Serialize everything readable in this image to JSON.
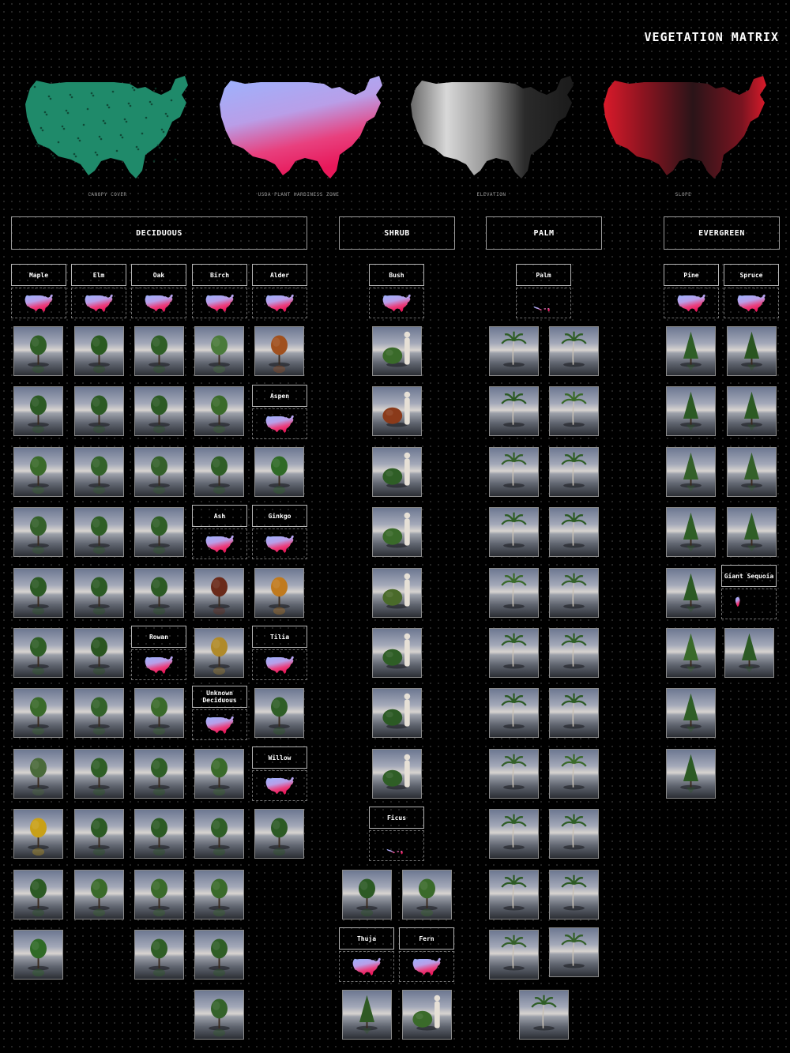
{
  "title": "VEGETATION MATRIX",
  "maps": [
    {
      "caption": "CANOPY COVER",
      "style": "canopy"
    },
    {
      "caption": "USDA PLANT HARDINESS ZONE",
      "style": "hardiness"
    },
    {
      "caption": "ELEVATION",
      "style": "elevation"
    },
    {
      "caption": "SLOPE",
      "style": "slope"
    }
  ],
  "colors": {
    "canopy": "#1f8a6a",
    "hardiness_cold": "#9ab4ff",
    "hardiness_warm": "#e8185a",
    "slope": "#d91a2a",
    "foliage": "#2c5a24",
    "autumn_orange": "#c0641e",
    "autumn_red": "#7a2a1c",
    "autumn_yellow": "#d4a21c"
  },
  "categories": [
    {
      "id": "deciduous",
      "label": "DECIDUOUS"
    },
    {
      "id": "shrub",
      "label": "SHRUB"
    },
    {
      "id": "palm",
      "label": "PALM"
    },
    {
      "id": "evergreen",
      "label": "EVERGREEN"
    }
  ],
  "species": [
    {
      "id": "maple",
      "label": "Maple",
      "map": "full"
    },
    {
      "id": "elm",
      "label": "Elm",
      "map": "full"
    },
    {
      "id": "oak",
      "label": "Oak",
      "map": "full"
    },
    {
      "id": "birch",
      "label": "Birch",
      "map": "full"
    },
    {
      "id": "alder",
      "label": "Alder",
      "map": "full"
    },
    {
      "id": "aspen",
      "label": "Aspen",
      "map": "full"
    },
    {
      "id": "ash",
      "label": "Ash",
      "map": "full"
    },
    {
      "id": "ginkgo",
      "label": "Ginkgo",
      "map": "full"
    },
    {
      "id": "rowan",
      "label": "Rowan",
      "map": "full"
    },
    {
      "id": "tilia",
      "label": "Tilia",
      "map": "full"
    },
    {
      "id": "unknown-deciduous",
      "label": "Unknown Deciduous",
      "map": "full"
    },
    {
      "id": "willow",
      "label": "Willow",
      "map": "full"
    },
    {
      "id": "bush",
      "label": "Bush",
      "map": "full"
    },
    {
      "id": "ficus",
      "label": "Ficus",
      "map": "south"
    },
    {
      "id": "thuja",
      "label": "Thuja",
      "map": "full"
    },
    {
      "id": "fern",
      "label": "Fern",
      "map": "full"
    },
    {
      "id": "palm",
      "label": "Palm",
      "map": "south"
    },
    {
      "id": "pine",
      "label": "Pine",
      "map": "full"
    },
    {
      "id": "spruce",
      "label": "Spruce",
      "map": "full"
    },
    {
      "id": "giant-sequoia",
      "label": "Giant Sequoia",
      "map": "west"
    }
  ],
  "tiles": [
    {
      "species": "maple",
      "plant": "tree",
      "color": "#2f5e26"
    },
    {
      "species": "maple",
      "plant": "tree",
      "color": "#2c5a24"
    },
    {
      "species": "maple",
      "plant": "tree",
      "color": "#3a6a2a"
    },
    {
      "species": "maple",
      "plant": "tree",
      "color": "#34602a"
    },
    {
      "species": "maple",
      "plant": "tree",
      "color": "#2c5a24"
    },
    {
      "species": "maple",
      "plant": "tree",
      "color": "#2f5e26"
    },
    {
      "species": "maple",
      "plant": "tree",
      "color": "#3a6a2a"
    },
    {
      "species": "maple",
      "plant": "tree",
      "color": "#4a6a3a"
    },
    {
      "species": "maple",
      "plant": "tree",
      "color": "#c8a018"
    },
    {
      "species": "maple",
      "plant": "tree",
      "color": "#2c5a24"
    },
    {
      "species": "maple",
      "plant": "tree",
      "color": "#2f6a26"
    },
    {
      "species": "elm",
      "plant": "tree",
      "color": "#2a5a20"
    },
    {
      "species": "elm",
      "plant": "tree",
      "color": "#2c5a24"
    },
    {
      "species": "elm",
      "plant": "tree",
      "color": "#33622a"
    },
    {
      "species": "elm",
      "plant": "tree",
      "color": "#2f5e26"
    },
    {
      "species": "elm",
      "plant": "tree",
      "color": "#2c5a24"
    },
    {
      "species": "elm",
      "plant": "tree",
      "color": "#2a5520"
    },
    {
      "species": "elm",
      "plant": "tree",
      "color": "#33622a"
    },
    {
      "species": "elm",
      "plant": "tree",
      "color": "#2f5e26"
    },
    {
      "species": "elm",
      "plant": "tree",
      "color": "#2c5a24"
    },
    {
      "species": "elm",
      "plant": "tree",
      "color": "#3a6a2a"
    },
    {
      "species": "oak",
      "plant": "tree",
      "color": "#2f5e26"
    },
    {
      "species": "oak",
      "plant": "tree",
      "color": "#2c5a24"
    },
    {
      "species": "oak",
      "plant": "tree",
      "color": "#34602a"
    },
    {
      "species": "oak",
      "plant": "tree",
      "color": "#2f5e26"
    },
    {
      "species": "oak",
      "plant": "tree",
      "color": "#2c5a24"
    },
    {
      "species": "oak",
      "plant": "tree",
      "color": "#3a6a2a"
    },
    {
      "species": "oak",
      "plant": "tree",
      "color": "#2f5e26"
    },
    {
      "species": "oak",
      "plant": "tree",
      "color": "#2c5a24"
    },
    {
      "species": "oak",
      "plant": "tree",
      "color": "#3a6a2a"
    },
    {
      "species": "oak",
      "plant": "tree",
      "color": "#2f5e26"
    },
    {
      "species": "birch",
      "plant": "tree",
      "color": "#4a7a3a"
    },
    {
      "species": "birch",
      "plant": "tree",
      "color": "#3a6a2a"
    },
    {
      "species": "birch",
      "plant": "tree",
      "color": "#2f5e26"
    },
    {
      "species": "birch",
      "plant": "tree",
      "color": "#6a2a1a"
    },
    {
      "species": "birch",
      "plant": "tree",
      "color": "#b08a2a"
    },
    {
      "species": "birch",
      "plant": "tree",
      "color": "#3a6a2a"
    },
    {
      "species": "birch",
      "plant": "tree",
      "color": "#2f5e26"
    },
    {
      "species": "birch",
      "plant": "tree",
      "color": "#3a6a2a"
    },
    {
      "species": "birch",
      "plant": "tree",
      "color": "#2f5e26"
    },
    {
      "species": "birch",
      "plant": "tree",
      "color": "#34622a"
    },
    {
      "species": "alder",
      "plant": "tree",
      "color": "#a0501e"
    },
    {
      "species": "aspen",
      "plant": "tree",
      "color": "#2f6a26"
    },
    {
      "species": "ginkgo",
      "plant": "tree",
      "color": "#c07a1e"
    },
    {
      "species": "ginkgo",
      "plant": "tree",
      "color": "#2f5e26"
    },
    {
      "species": "tilia",
      "plant": "tree",
      "color": "#c0641e"
    },
    {
      "species": "willow",
      "plant": "tree",
      "color": "#2c5a24"
    },
    {
      "species": "bush",
      "plant": "shrub",
      "color": "#3a6a2a"
    },
    {
      "species": "bush",
      "plant": "shrub",
      "color": "#8a3a1a"
    },
    {
      "species": "bush",
      "plant": "shrub",
      "color": "#2f5e26"
    },
    {
      "species": "bush",
      "plant": "shrub",
      "color": "#3a6a2a"
    },
    {
      "species": "bush",
      "plant": "shrub",
      "color": "#4a6a2a"
    },
    {
      "species": "bush",
      "plant": "shrub",
      "color": "#2f5e26"
    },
    {
      "species": "bush",
      "plant": "shrub",
      "color": "#2c5a24"
    },
    {
      "species": "bush",
      "plant": "shrub",
      "color": "#2f5e26"
    },
    {
      "species": "ficus",
      "plant": "tree",
      "color": "#2c5a24"
    },
    {
      "species": "ficus",
      "plant": "tree",
      "color": "#3a6a2a"
    },
    {
      "species": "thuja",
      "plant": "conifer",
      "color": "#2f5a24"
    },
    {
      "species": "fern",
      "plant": "shrub",
      "color": "#3a6a2a"
    },
    {
      "species": "palm",
      "plant": "palm",
      "color": "#2f5e26"
    },
    {
      "species": "palm",
      "plant": "palm",
      "color": "#2c5a24"
    },
    {
      "species": "palm",
      "plant": "palm",
      "color": "#34602a"
    },
    {
      "species": "palm",
      "plant": "palm",
      "color": "#2f5e26"
    },
    {
      "species": "palm",
      "plant": "palm",
      "color": "#3a6a2a"
    },
    {
      "species": "palm",
      "plant": "palm",
      "color": "#2f5e26"
    },
    {
      "species": "palm",
      "plant": "palm",
      "color": "#2c5a24"
    },
    {
      "species": "palm",
      "plant": "palm",
      "color": "#34602a"
    },
    {
      "species": "palm",
      "plant": "palm",
      "color": "#2f5e26"
    },
    {
      "species": "palm",
      "plant": "palm",
      "color": "#2c5a24"
    },
    {
      "species": "palm",
      "plant": "palm",
      "color": "#34602a"
    },
    {
      "species": "palm",
      "plant": "palm",
      "color": "#2f5e26"
    },
    {
      "species": "palm",
      "plant": "palm",
      "color": "#3a6a2a"
    },
    {
      "species": "palm",
      "plant": "palm",
      "color": "#2f5e26"
    },
    {
      "species": "palm",
      "plant": "palm",
      "color": "#2c5a24"
    },
    {
      "species": "palm",
      "plant": "palm",
      "color": "#34602a"
    },
    {
      "species": "palm",
      "plant": "palm",
      "color": "#2f5e26"
    },
    {
      "species": "palm",
      "plant": "palm",
      "color": "#2c5a24"
    },
    {
      "species": "palm",
      "plant": "palm",
      "color": "#3a6a2a"
    },
    {
      "species": "palm",
      "plant": "palm",
      "color": "#2f5e26"
    },
    {
      "species": "palm",
      "plant": "palm",
      "color": "#2c5a24"
    },
    {
      "species": "palm",
      "plant": "palm",
      "color": "#34602a"
    },
    {
      "species": "palm",
      "plant": "palm",
      "color": "#2f5e26"
    },
    {
      "species": "pine",
      "plant": "conifer",
      "color": "#2f5e26"
    },
    {
      "species": "pine",
      "plant": "conifer",
      "color": "#2c5a24"
    },
    {
      "species": "pine",
      "plant": "conifer",
      "color": "#34602a"
    },
    {
      "species": "pine",
      "plant": "conifer",
      "color": "#2f5e26"
    },
    {
      "species": "pine",
      "plant": "conifer",
      "color": "#2c5a24"
    },
    {
      "species": "pine",
      "plant": "conifer",
      "color": "#3a6a2a"
    },
    {
      "species": "pine",
      "plant": "conifer",
      "color": "#2f5e26"
    },
    {
      "species": "pine",
      "plant": "conifer",
      "color": "#2c5a24"
    },
    {
      "species": "spruce",
      "plant": "conifer",
      "color": "#2a5520"
    },
    {
      "species": "spruce",
      "plant": "conifer",
      "color": "#2c5a24"
    },
    {
      "species": "spruce",
      "plant": "conifer",
      "color": "#34602a"
    },
    {
      "species": "spruce",
      "plant": "conifer",
      "color": "#2f5e26"
    },
    {
      "species": "giant-sequoia",
      "plant": "conifer",
      "color": "#2c5a24"
    }
  ]
}
